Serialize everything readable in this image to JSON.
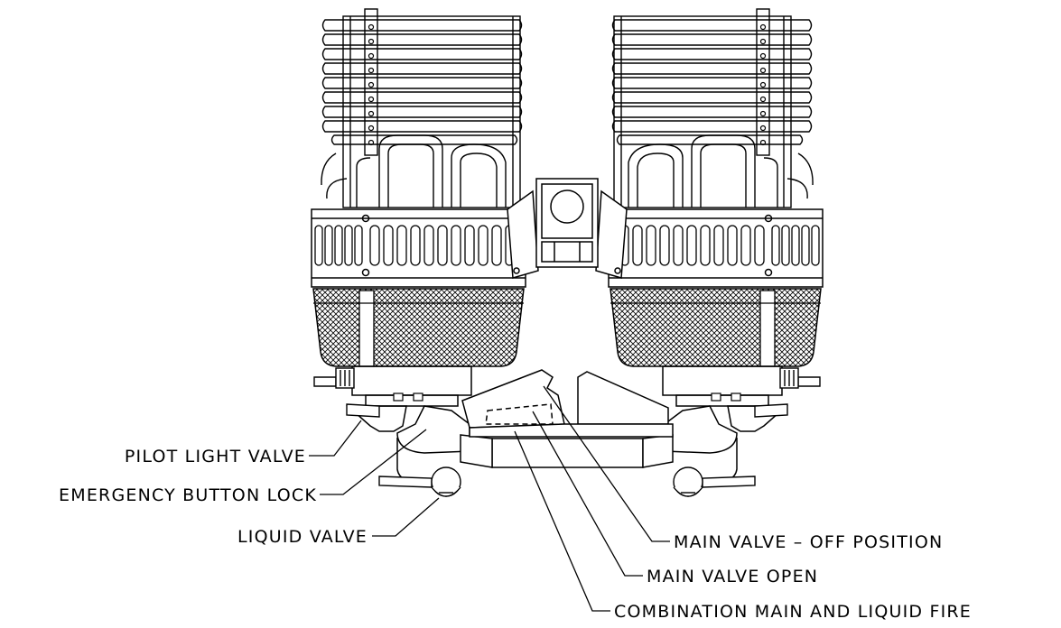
{
  "labels": {
    "pilot_light_valve": "PILOT LIGHT VALVE",
    "emergency_button_lock": "EMERGENCY BUTTON LOCK",
    "liquid_valve": "LIQUID VALVE",
    "main_valve_off": "MAIN VALVE – OFF POSITION",
    "main_valve_open": "MAIN VALVE OPEN",
    "combination": "COMBINATION MAIN AND LIQUID FIRE"
  },
  "colors": {
    "line": "#000000",
    "background": "#ffffff"
  }
}
